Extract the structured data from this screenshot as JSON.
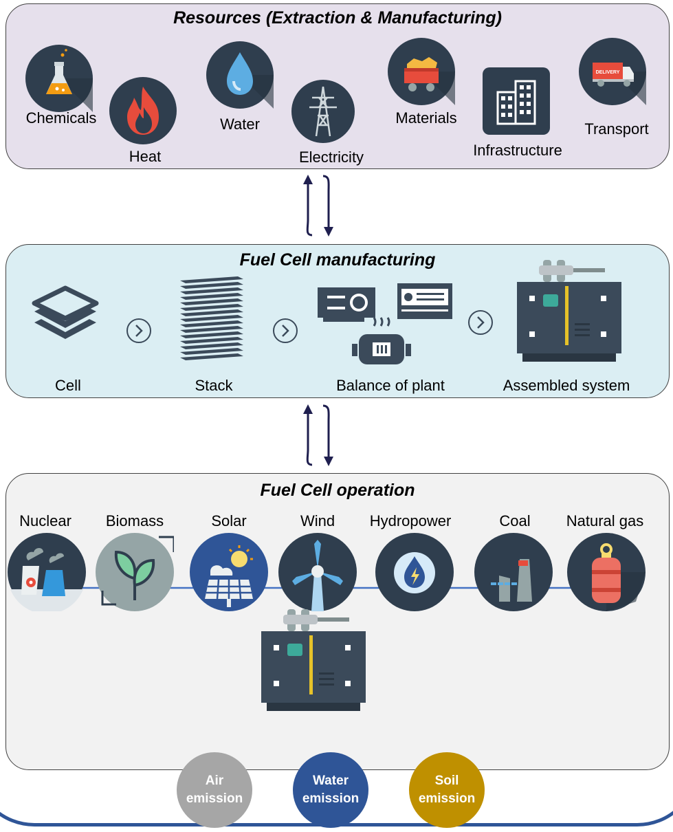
{
  "resources": {
    "title": "Resources (Extraction & Manufacturing)",
    "items": [
      "Chemicals",
      "Heat",
      "Water",
      "Electricity",
      "Materials",
      "Infrastructure",
      "Transport"
    ],
    "delivery_text": "DELIVERY"
  },
  "manufacturing": {
    "title": "Fuel Cell manufacturing",
    "steps": [
      "Cell",
      "Stack",
      "Balance of plant",
      "Assembled system"
    ]
  },
  "operation": {
    "title": "Fuel Cell operation",
    "sources": [
      "Nuclear",
      "Biomass",
      "Solar",
      "Wind",
      "Hydropower",
      "Coal",
      "Natural gas"
    ]
  },
  "emissions": {
    "air": {
      "line1": "Air",
      "line2": "emission",
      "color": "#a6a6a6"
    },
    "water": {
      "line1": "Water",
      "line2": "emission",
      "color": "#2f5597"
    },
    "soil": {
      "line1": "Soil",
      "line2": "emission",
      "color": "#bf9000"
    }
  },
  "colors": {
    "icon_circle": "#2f3e4e",
    "arrow": "#1f1f4f",
    "connector": "#4472c4"
  }
}
